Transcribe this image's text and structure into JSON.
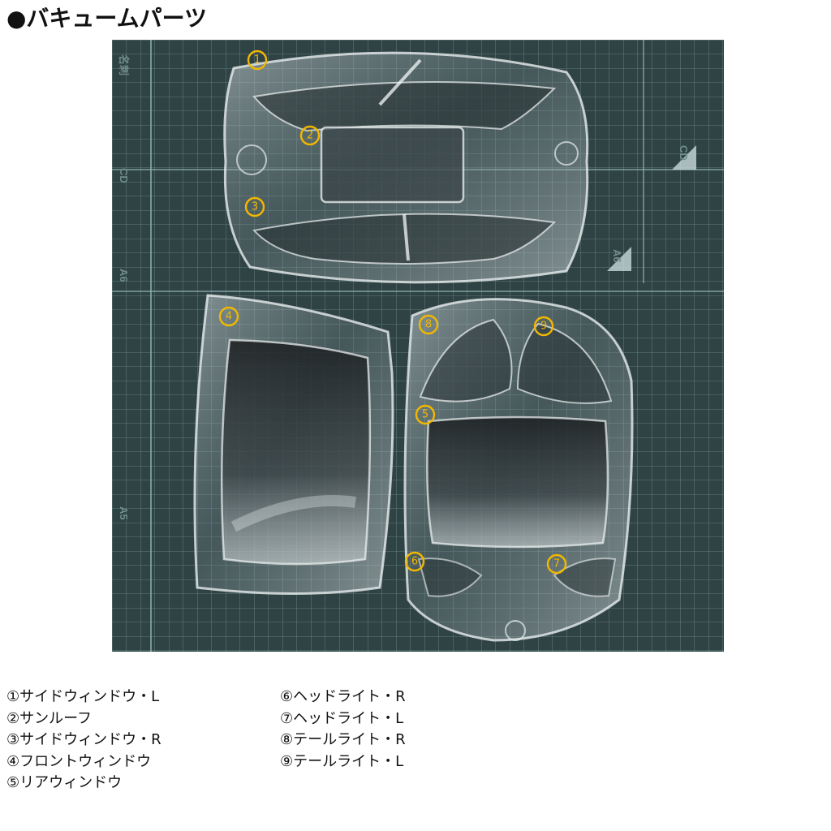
{
  "heading": "●バキュームパーツ",
  "photo": {
    "background": "#2f4244",
    "grid_color": "#7fa3a3",
    "mat_labels": {
      "top_left": "名刺",
      "cd_left": "CD",
      "a6_left": "A6",
      "a5_left": "A5",
      "cd_right": "CD",
      "a6_right": "A6"
    }
  },
  "callouts": [
    {
      "num": "1"
    },
    {
      "num": "2"
    },
    {
      "num": "3"
    },
    {
      "num": "4"
    },
    {
      "num": "5"
    },
    {
      "num": "6"
    },
    {
      "num": "7"
    },
    {
      "num": "8"
    },
    {
      "num": "9"
    }
  ],
  "callout_color": "#f2b700",
  "legend": {
    "left": [
      "①サイドウィンドウ・L",
      "②サンルーフ",
      "③サイドウィンドウ・R",
      "④フロントウィンドウ",
      "⑤リアウィンドウ"
    ],
    "right": [
      "⑥ヘッドライト・R",
      "⑦ヘッドライト・L",
      "⑧テールライト・R",
      "⑨テールライト・L"
    ]
  }
}
